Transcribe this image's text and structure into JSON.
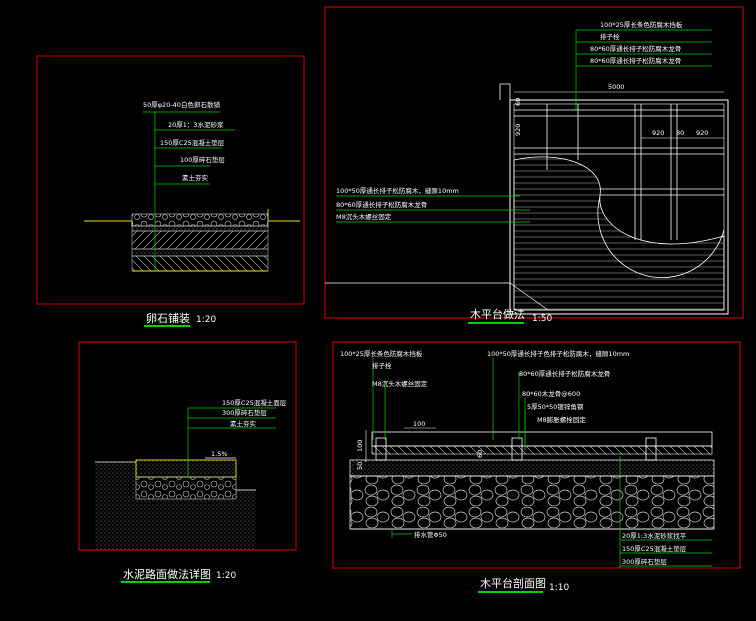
{
  "panel1": {
    "title": "卵石铺装",
    "scale": "1:20",
    "layers": [
      "50厚φ20-40白色卵石散铺",
      "20厚1：3水泥砂浆",
      "150厚C25混凝土垫层",
      "100厚碎石垫层",
      "素土夯实"
    ]
  },
  "panel2": {
    "title": "木平台做法",
    "scale": "1:50",
    "top_notes": [
      "100*25厚长条色防腐木挡板",
      "排子栓",
      "80*60厚通长排子松防腐木龙骨",
      "80*60厚通长排子松防腐木龙骨"
    ],
    "dim_total": "5000",
    "dim_a": "920",
    "dim_b": "80",
    "dim_c": "920",
    "dim_v1": "60",
    "dim_v2": "920",
    "left_notes": [
      "100*50厚通长排子松防腐木，缝隙10mm",
      "80*60厚通长排子松防腐木龙骨",
      "M8沉头木螺丝固定"
    ]
  },
  "panel3": {
    "title": "水泥路面做法详图",
    "scale": "1:20",
    "layers": [
      "150厚C25混凝土面层",
      "300厚碎石垫层",
      "素土夯实"
    ],
    "slope": "1.5%"
  },
  "panel4": {
    "title": "木平台剖面图",
    "scale": "1:10",
    "top_notes": [
      "100*25厚长条色防腐木挡板",
      "排子栓",
      "M8沉头木螺丝固定",
      "100*50厚通长排子色排子松防腐木，缝隙10mm",
      "80*60厚通长排子松防腐木龙骨",
      "80*60木龙骨@600",
      "5厚50*50镀锌角钢",
      "M8膨胀螺栓固定"
    ],
    "dim_100": "100",
    "dim_60": "60",
    "dim_v100": "100",
    "dim_v50": "50",
    "drain": "排水管Φ50",
    "bottom_notes": [
      "20厚1:3水泥砂浆找平",
      "150厚C25混凝土垫层",
      "300厚碎石垫层"
    ]
  }
}
